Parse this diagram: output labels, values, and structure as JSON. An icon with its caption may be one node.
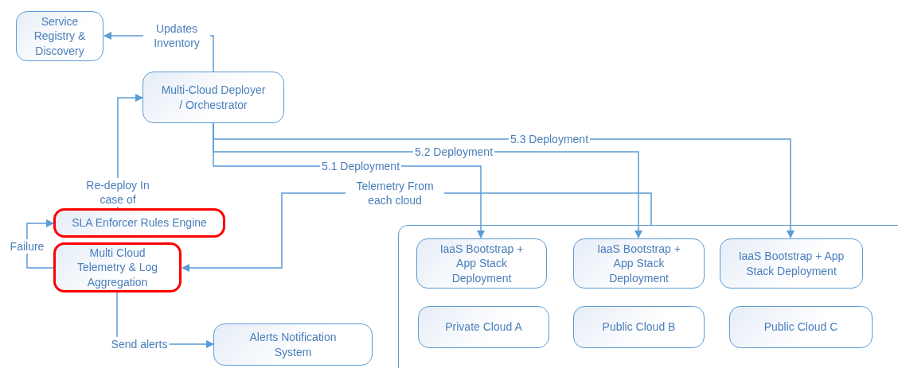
{
  "diagram": {
    "nodes": [
      {
        "text": [
          "Service Registry & Discovery"
        ]
      },
      {
        "text": [
          "Multi-Cloud Deployer / Orchestrator"
        ]
      },
      {
        "text": [
          "SLA Enforcer Rules Engine"
        ]
      },
      {
        "text": [
          "Multi Cloud Telemetry & Log Aggregation"
        ]
      },
      {
        "text": [
          "Alerts Notification System"
        ]
      },
      {
        "text": [],
        "shape": "box"
      },
      {
        "text": [
          "IaaS Bootstrap + App Stack Deployment"
        ],
        "in": 5
      },
      {
        "text": [
          "IaaS Bootstrap + App Stack Deployment"
        ],
        "in": 5
      },
      {
        "text": [
          "IaaS Bootstrap + App Stack Deployment"
        ],
        "in": 5
      },
      {
        "text": [
          "Private Cloud A"
        ],
        "in": 5
      },
      {
        "text": [
          "Public Cloud B"
        ],
        "in": 5
      },
      {
        "text": [
          "Public Cloud C"
        ],
        "in": 5
      }
    ],
    "edges": [
      {
        "from": 1,
        "to": 0,
        "arrow": "to",
        "label": "Updates Inventory"
      },
      {
        "from": 2,
        "to": 1,
        "arrow": "to",
        "label": "Re-deploy In case of"
      },
      {
        "from": 3,
        "to": 2,
        "arrow": "to",
        "label": "Failure"
      },
      {
        "from": 1,
        "to": 6,
        "arrow": "to",
        "label": "5.1 Deployment"
      },
      {
        "from": 1,
        "to": 7,
        "arrow": "to",
        "label": "5.2 Deployment"
      },
      {
        "from": 1,
        "to": 8,
        "arrow": "to",
        "label": "5.3 Deployment"
      },
      {
        "from": 5,
        "to": 3,
        "arrow": "to",
        "label": "Telemetry From each cloud"
      },
      {
        "from": 3,
        "to": 4,
        "arrow": "to",
        "label": "Send alerts"
      }
    ]
  }
}
